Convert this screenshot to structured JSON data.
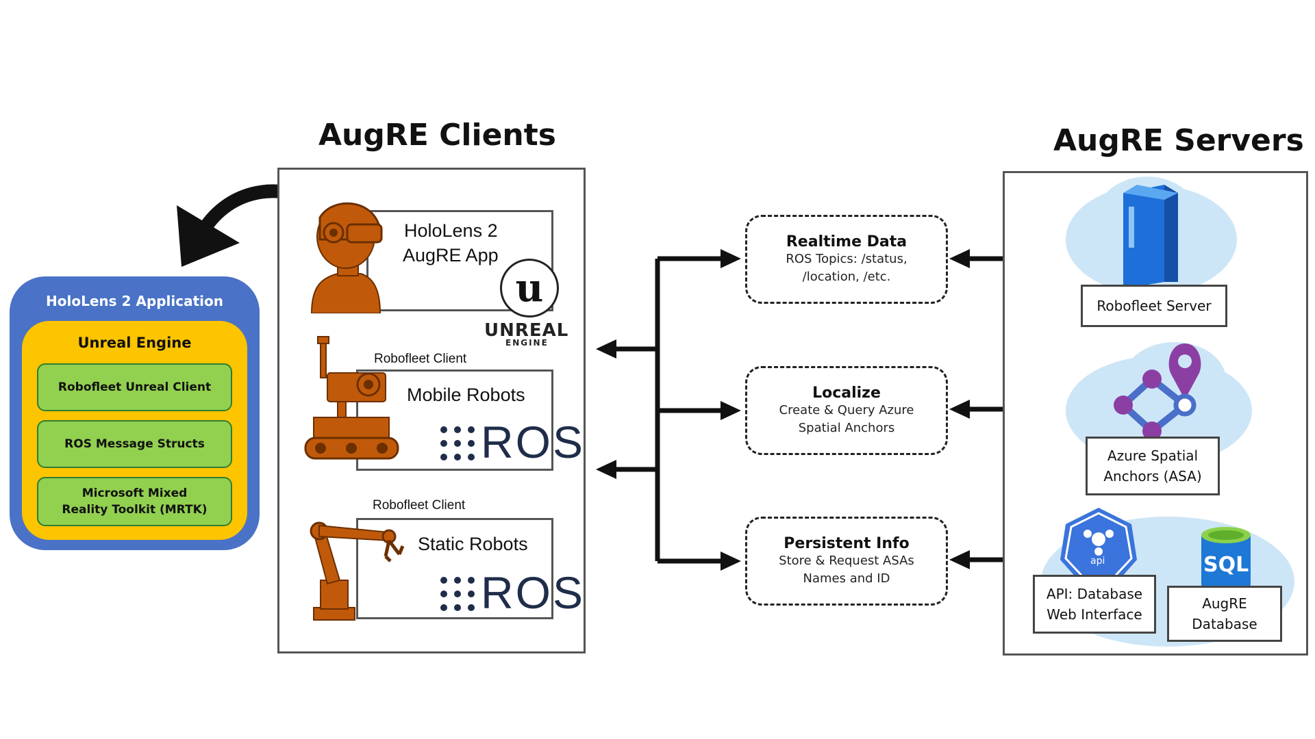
{
  "titles": {
    "clients": "AugRE Clients",
    "servers": "AugRE Servers"
  },
  "app_panel": {
    "title": "HoloLens 2 Application",
    "engine": "Unreal Engine",
    "modules": [
      "Robofleet Unreal Client",
      "ROS Message Structs",
      "Microsoft Mixed Reality Toolkit (MRTK)"
    ]
  },
  "clients": {
    "hololens": {
      "line1": "HoloLens 2",
      "line2": "AugRE App",
      "logo_text": "UNREAL",
      "logo_sub": "ENGINE",
      "logo_icon": "unreal-logo"
    },
    "mobile": {
      "tag": "Robofleet Client",
      "label": "Mobile Robots",
      "ros": "ROS",
      "icon": "mobile-robot-icon"
    },
    "static": {
      "tag": "Robofleet Client",
      "label": "Static Robots",
      "ros": "ROS",
      "icon": "robot-arm-icon"
    }
  },
  "channels": [
    {
      "title": "Realtime Data",
      "line1": "ROS Topics: /status,",
      "line2": "/location, /etc."
    },
    {
      "title": "Localize",
      "line1": "Create & Query Azure",
      "line2": "Spatial Anchors"
    },
    {
      "title": "Persistent Info",
      "line1": "Store & Request ASAs",
      "line2": "Names and ID"
    }
  ],
  "servers": {
    "robofleet": {
      "label": "Robofleet Server",
      "icon": "server-icon"
    },
    "asa": {
      "line1": "Azure Spatial",
      "line2": "Anchors (ASA)",
      "icon": "spatial-anchors-icon"
    },
    "api": {
      "line1": "API: Database",
      "line2": "Web Interface",
      "badge": "api",
      "icon": "api-gear-icon"
    },
    "db": {
      "line1": "AugRE",
      "line2": "Database",
      "badge": "SQL",
      "icon": "sql-database-icon"
    }
  },
  "colors": {
    "app_blue": "#4a72c6",
    "engine_yellow": "#fdc400",
    "module_green": "#92d050",
    "robot_orange": "#c05a0a",
    "cloud_blue": "#cde6f7",
    "ros_navy": "#1f2d4a"
  }
}
